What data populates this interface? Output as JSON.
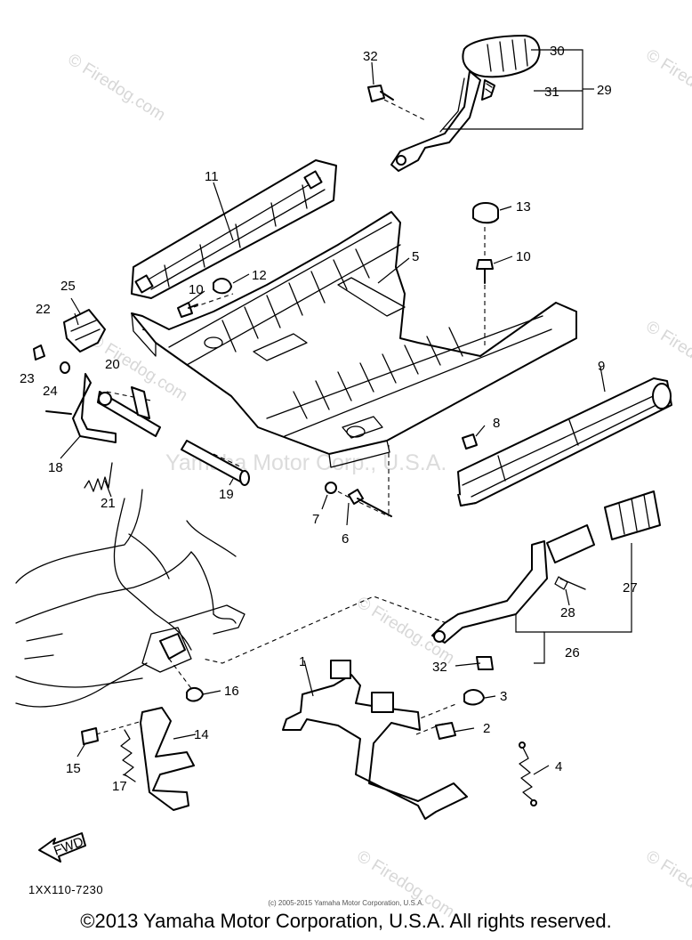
{
  "watermarks": {
    "site": "© Firedog.com",
    "center": "Yamaha Motor Corp., U.S.A."
  },
  "part_labels": [
    "1",
    "2",
    "3",
    "4",
    "5",
    "6",
    "7",
    "8",
    "9",
    "10",
    "10",
    "11",
    "12",
    "13",
    "14",
    "15",
    "16",
    "17",
    "18",
    "19",
    "20",
    "21",
    "22",
    "23",
    "24",
    "25",
    "26",
    "27",
    "28",
    "29",
    "30",
    "31",
    "32",
    "32"
  ],
  "fwd_label": "FWD",
  "diagram_code": "1XX110-7230",
  "small_copyright": "(c) 2005-2015 Yamaha Motor Corporation, U.S.A.",
  "copyright": "©2013 Yamaha Motor Corporation, U.S.A. All rights reserved."
}
